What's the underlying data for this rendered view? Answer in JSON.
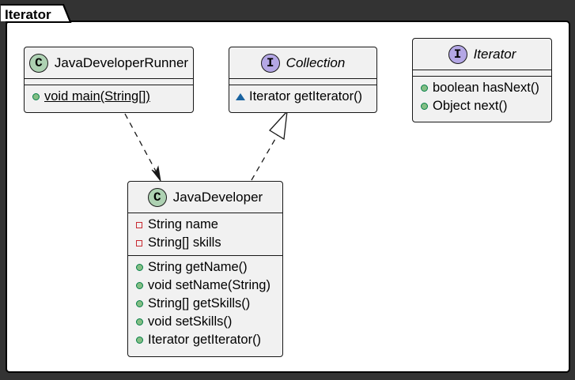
{
  "package": {
    "name": "Iterator"
  },
  "classes": {
    "java_developer_runner": {
      "stereotype_letter": "C",
      "name": "JavaDeveloperRunner",
      "methods": [
        {
          "visibility": "public",
          "text": "void main(String[])",
          "static": true
        }
      ]
    },
    "collection": {
      "stereotype_letter": "I",
      "name": "Collection",
      "methods": [
        {
          "visibility": "package",
          "text": "Iterator getIterator()"
        }
      ]
    },
    "iterator": {
      "stereotype_letter": "I",
      "name": "Iterator",
      "methods": [
        {
          "visibility": "public",
          "text": "boolean hasNext()"
        },
        {
          "visibility": "public",
          "text": "Object next()"
        }
      ]
    },
    "java_developer": {
      "stereotype_letter": "C",
      "name": "JavaDeveloper",
      "fields": [
        {
          "visibility": "private",
          "text": "String name"
        },
        {
          "visibility": "private",
          "text": "String[] skills"
        }
      ],
      "methods": [
        {
          "visibility": "public",
          "text": "String getName()"
        },
        {
          "visibility": "public",
          "text": "void setName(String)"
        },
        {
          "visibility": "public",
          "text": "String[] getSkills()"
        },
        {
          "visibility": "public",
          "text": "void setSkills()"
        },
        {
          "visibility": "public",
          "text": "Iterator getIterator()"
        }
      ]
    }
  },
  "relations": [
    {
      "from": "JavaDeveloperRunner",
      "to": "JavaDeveloper",
      "kind": "dependency"
    },
    {
      "from": "JavaDeveloper",
      "to": "Collection",
      "kind": "realization"
    }
  ],
  "colors": {
    "background": "#333333",
    "package_fill": "#ffffff",
    "class_fill": "#f1f1f1",
    "border": "#181818",
    "class_circle": "#add1b2",
    "interface_circle": "#b4a7e5",
    "public_marker": "#84be84",
    "private_marker": "#c82930",
    "package_marker": "#1963a0"
  }
}
